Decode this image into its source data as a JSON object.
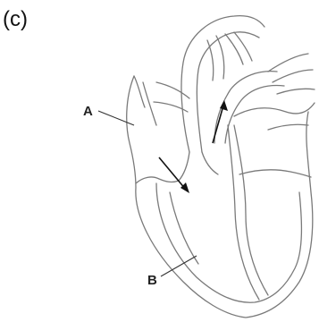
{
  "panel_label": "(c)",
  "labels": {
    "a": "A",
    "b": "B"
  }
}
